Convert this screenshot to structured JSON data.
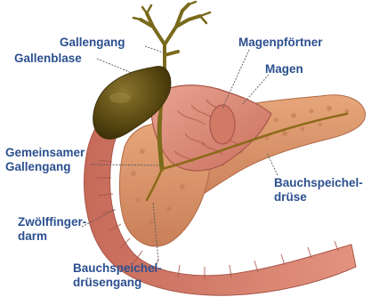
{
  "colors": {
    "label_text": "#2b4f8f",
    "leader_line": "#555555",
    "gallbladder": "#5b4a12",
    "bile_duct": "#7a6a1c",
    "stomach": "#d98a78",
    "duodenum": "#d47d6b",
    "pancreas": "#d9956a",
    "pancreatic_duct": "#8b6a1a"
  },
  "labels": {
    "gallengang": "Gallengang",
    "gallenblase": "Gallenblase",
    "magenpfoertner": "Magenpförtner",
    "magen": "Magen",
    "gemeinsamer_gallengang_1": "Gemeinsamer",
    "gemeinsamer_gallengang_2": "Gallengang",
    "bauchspeicheldruese_1": "Bauchspeichel-",
    "bauchspeicheldruese_2": "drüse",
    "zwoelffingerdarm_1": "Zwölffinger-",
    "zwoelffingerdarm_2": "darm",
    "bauchspeicheldruesengang_1": "Bauchspeichel-",
    "bauchspeicheldruesengang_2": "drüsengang"
  }
}
